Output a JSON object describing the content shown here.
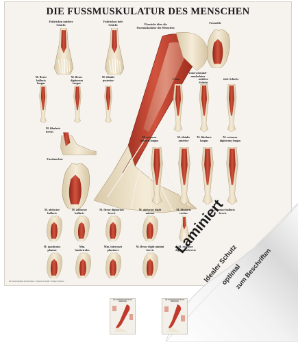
{
  "poster": {
    "title": "DIE FUSSMUSKULATUR DES MENSCHEN",
    "labels": {
      "fuss_vorne_1": "Fußrücken mittlere Schicht",
      "fuss_vorne_2": "Fußrücken tiefe Schicht",
      "uebersicht": "Übersicht über die Fussmuskulatur des Menschen",
      "fusssohle": "Fusssohle",
      "m_flexor_hallucis_longus": "M. flexor hallucis longus",
      "m_flexor_digitorum_longus": "M. flexor digitorum longus",
      "m_tibialis_posterior": "M. tibialis posterior",
      "unterschenkel": "Unterschenkel-muskulatur",
      "front": "Front",
      "mittlere_schicht": "mittlere Schicht",
      "tiefe_schicht": "tiefe Schicht",
      "m_fibularis_brevis": "M. fibularis brevis",
      "fussknochen": "Fussknochen",
      "m_extensor_hallucis_longus": "M. extensor hallucis longus",
      "m_tibialis_anterior": "M. tibialis anterior",
      "m_fibularis_longus": "M. fibularis longus",
      "m_extensor_digitorum_longus": "M. extensor digitorum longus",
      "m_abductor_hallucis": "M. abductor hallucis",
      "m_adductor_hallucis": "M. adductor hallucis",
      "m_flexor_digitorum_brevis": "M. flexor digitorum brevis",
      "m_abductor_digiti_minimi": "M. abductor digiti minimi",
      "m_fibularis_tertius": "M. fibularis tertius",
      "m_extensor_hallucis_brevis": "M. extensor hallucis brevis",
      "m_quadratus_plantae": "M. quadratus plantae",
      "mm_lumbricales": "Mm. lumbricales",
      "mm_interossei": "Mm. interossei plantares",
      "m_flexor_digiti_minimi": "M. flexor digiti minimi brevis",
      "m_extensor_digitorum_brevis": "M. extensor digitorum brevis"
    },
    "footer": "Die Fussmuskulatur des Menschen · Anatomie Lehrtafel · Rüdiger Anatomie"
  },
  "badge": {
    "title": "Laminiert",
    "line1": "Idealer Schutz",
    "line2": "optimal",
    "line3": "zum Beschriften"
  },
  "thumbnails": {
    "left_title": "DIE FUSSMUSKULATUR DES MENSCHEN",
    "right_title": "DIE FUSSMUSKULATUR DES MENSCHEN"
  },
  "colors": {
    "muscle": "#c0392b",
    "muscle_light": "#d9826e",
    "tendon": "#e9e2d6",
    "bone": "#efe6d2",
    "poster_bg": "#f6f3ef"
  }
}
